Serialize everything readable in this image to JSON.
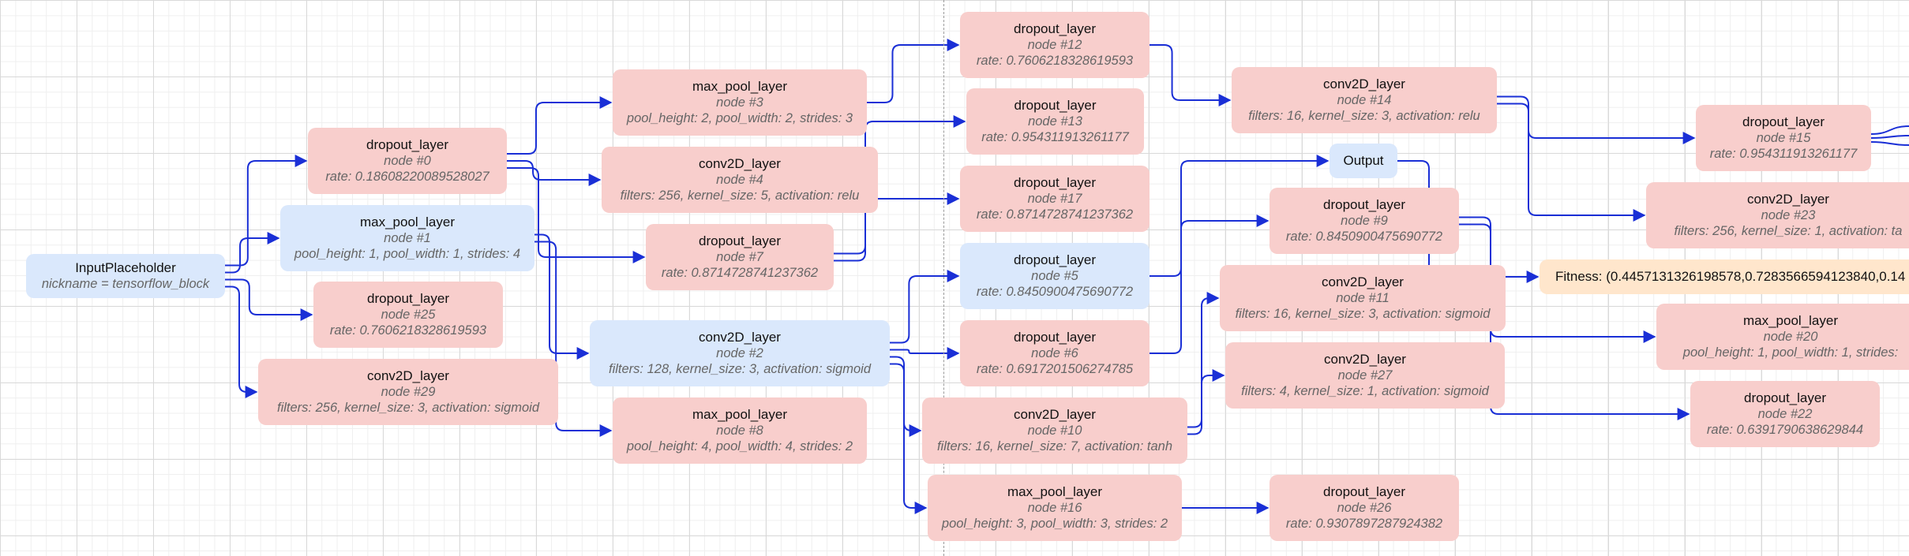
{
  "nodes": [
    {
      "id": "input",
      "title": "InputPlaceholder",
      "sub": "nickname = tensorflow_block",
      "params": "",
      "color": "blue"
    },
    {
      "id": "n0",
      "title": "dropout_layer",
      "sub": "node #0",
      "params": "rate: 0.18608220089528027",
      "color": "red"
    },
    {
      "id": "n1",
      "title": "max_pool_layer",
      "sub": "node #1",
      "params": "pool_height: 1, pool_width: 1, strides: 4",
      "color": "blue"
    },
    {
      "id": "n25",
      "title": "dropout_layer",
      "sub": "node #25",
      "params": "rate: 0.7606218328619593",
      "color": "red"
    },
    {
      "id": "n29",
      "title": "conv2D_layer",
      "sub": "node #29",
      "params": "filters: 256, kernel_size: 3, activation: sigmoid",
      "color": "red"
    },
    {
      "id": "n3",
      "title": "max_pool_layer",
      "sub": "node #3",
      "params": "pool_height: 2, pool_width: 2, strides: 3",
      "color": "red"
    },
    {
      "id": "n4",
      "title": "conv2D_layer",
      "sub": "node #4",
      "params": "filters: 256, kernel_size: 5, activation: relu",
      "color": "red"
    },
    {
      "id": "n7",
      "title": "dropout_layer",
      "sub": "node #7",
      "params": "rate: 0.8714728741237362",
      "color": "red"
    },
    {
      "id": "n2",
      "title": "conv2D_layer",
      "sub": "node #2",
      "params": "filters: 128, kernel_size: 3, activation: sigmoid",
      "color": "blue"
    },
    {
      "id": "n8",
      "title": "max_pool_layer",
      "sub": "node #8",
      "params": "pool_height: 4, pool_width: 4, strides: 2",
      "color": "red"
    },
    {
      "id": "n12",
      "title": "dropout_layer",
      "sub": "node #12",
      "params": "rate: 0.7606218328619593",
      "color": "red"
    },
    {
      "id": "n13",
      "title": "dropout_layer",
      "sub": "node #13",
      "params": "rate: 0.954311913261177",
      "color": "red"
    },
    {
      "id": "n17",
      "title": "dropout_layer",
      "sub": "node #17",
      "params": "rate: 0.8714728741237362",
      "color": "red"
    },
    {
      "id": "n5",
      "title": "dropout_layer",
      "sub": "node #5",
      "params": "rate: 0.8450900475690772",
      "color": "blue"
    },
    {
      "id": "n6",
      "title": "dropout_layer",
      "sub": "node #6",
      "params": "rate: 0.6917201506274785",
      "color": "red"
    },
    {
      "id": "n10",
      "title": "conv2D_layer",
      "sub": "node #10",
      "params": "filters: 16, kernel_size: 7, activation: tanh",
      "color": "red"
    },
    {
      "id": "n16",
      "title": "max_pool_layer",
      "sub": "node #16",
      "params": "pool_height: 3, pool_width: 3, strides: 2",
      "color": "red"
    },
    {
      "id": "n14",
      "title": "conv2D_layer",
      "sub": "node #14",
      "params": "filters: 16, kernel_size: 3, activation: relu",
      "color": "red"
    },
    {
      "id": "output",
      "title": "Output",
      "sub": "",
      "params": "",
      "color": "blue"
    },
    {
      "id": "n9",
      "title": "dropout_layer",
      "sub": "node #9",
      "params": "rate: 0.8450900475690772",
      "color": "red"
    },
    {
      "id": "n11",
      "title": "conv2D_layer",
      "sub": "node #11",
      "params": "filters: 16, kernel_size: 3, activation: sigmoid",
      "color": "red"
    },
    {
      "id": "n27",
      "title": "conv2D_layer",
      "sub": "node #27",
      "params": "filters: 4, kernel_size: 1, activation: sigmoid",
      "color": "red"
    },
    {
      "id": "n26",
      "title": "dropout_layer",
      "sub": "node #26",
      "params": "rate: 0.9307897287924382",
      "color": "red"
    },
    {
      "id": "n15",
      "title": "dropout_layer",
      "sub": "node #15",
      "params": "rate: 0.954311913261177",
      "color": "red"
    },
    {
      "id": "n23",
      "title": "conv2D_layer",
      "sub": "node #23",
      "params": "filters: 256, kernel_size: 1, activation: ta",
      "color": "red"
    },
    {
      "id": "n20",
      "title": "max_pool_layer",
      "sub": "node #20",
      "params": "pool_height: 1, pool_width: 1, strides:",
      "color": "red"
    },
    {
      "id": "n22",
      "title": "dropout_layer",
      "sub": "node #22",
      "params": "rate: 0.6391790638629844",
      "color": "red"
    }
  ],
  "edges": [
    [
      "input",
      "n0"
    ],
    [
      "input",
      "n1"
    ],
    [
      "input",
      "n25"
    ],
    [
      "input",
      "n29"
    ],
    [
      "n0",
      "n3"
    ],
    [
      "n0",
      "n4"
    ],
    [
      "n0",
      "n7"
    ],
    [
      "n1",
      "n2"
    ],
    [
      "n1",
      "n8"
    ],
    [
      "n3",
      "n12"
    ],
    [
      "n7",
      "n13"
    ],
    [
      "n7",
      "n17"
    ],
    [
      "n2",
      "n5"
    ],
    [
      "n2",
      "n6"
    ],
    [
      "n2",
      "n10"
    ],
    [
      "n2",
      "n16"
    ],
    [
      "n12",
      "n14"
    ],
    [
      "n5",
      "output"
    ],
    [
      "n6",
      "n9"
    ],
    [
      "n10",
      "n11"
    ],
    [
      "n10",
      "n27"
    ],
    [
      "n16",
      "n26"
    ],
    [
      "n14",
      "n15"
    ],
    [
      "n14",
      "n23"
    ],
    [
      "output",
      "fitness"
    ],
    [
      "n9",
      "n20"
    ],
    [
      "n9",
      "n22"
    ]
  ],
  "fitness_text": "Fitness: (0.4457131326198578,0.7283566594123840,0.14",
  "colors": {
    "edge": "#1a2fd6",
    "red_node": "#f8cecc",
    "blue_node": "#dae8fc",
    "fitness": "#ffe6cc"
  }
}
